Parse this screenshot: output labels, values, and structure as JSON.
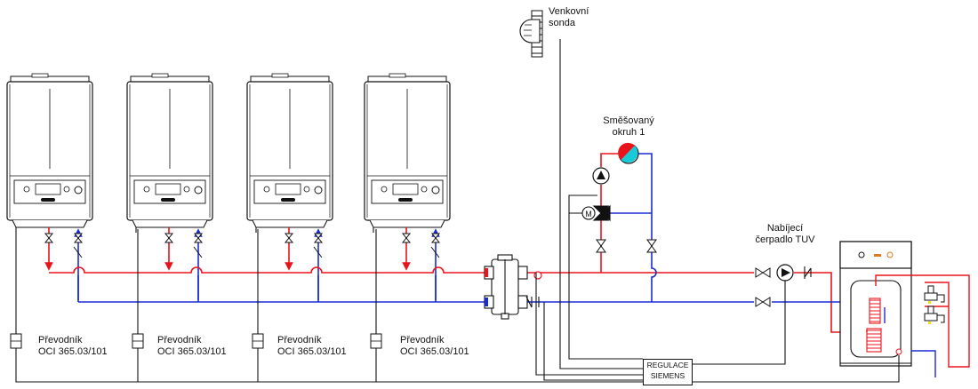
{
  "colors": {
    "supply": "#e8141c",
    "return": "#1a2bd6",
    "control": "#111111",
    "mixer_red": "#e8141c",
    "mixer_cyan": "#18c9d8",
    "tank_accent": "#e07a1a"
  },
  "labels": {
    "outdoor_sensor": [
      "Venkovní",
      "sonda"
    ],
    "mixed_circuit": [
      "Směšovaný",
      "okruh 1"
    ],
    "charging_pump": [
      "Nabíjecí",
      "čerpadlo TUV"
    ],
    "regulation": [
      "REGULACE",
      "SIEMENS"
    ]
  },
  "converters": [
    {
      "title": "Převodník",
      "model": "OCI 365.03/101"
    },
    {
      "title": "Převodník",
      "model": "OCI 365.03/101"
    },
    {
      "title": "Převodník",
      "model": "OCI 365.03/101"
    },
    {
      "title": "Převodník",
      "model": "OCI 365.03/101"
    }
  ],
  "boilers": [
    {
      "name": "boiler-1"
    },
    {
      "name": "boiler-2"
    },
    {
      "name": "boiler-3"
    },
    {
      "name": "boiler-4"
    }
  ]
}
